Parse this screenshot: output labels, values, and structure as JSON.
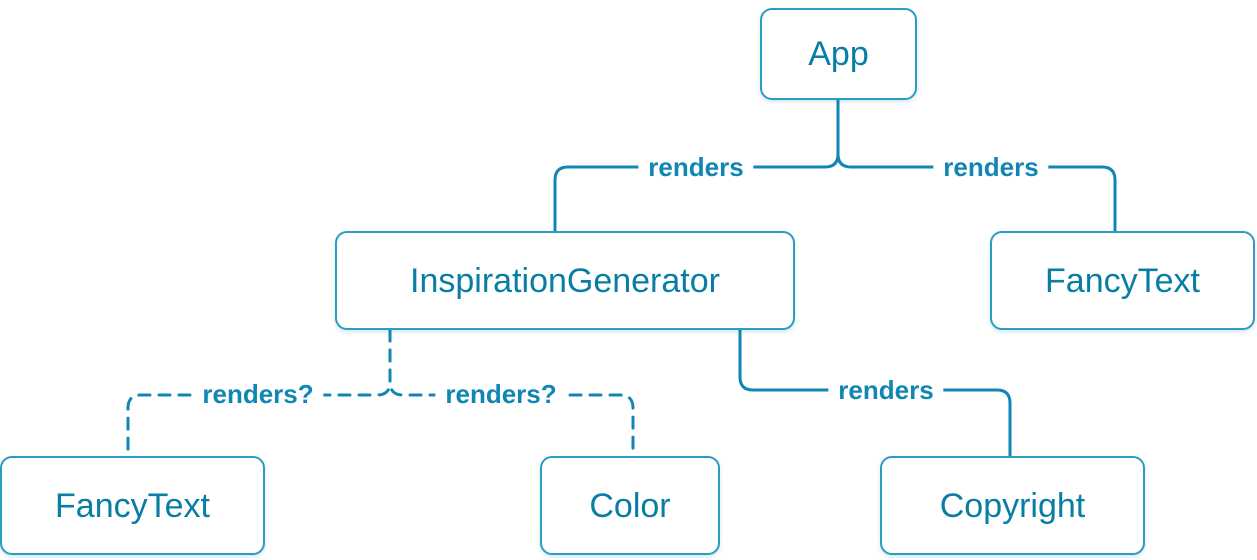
{
  "diagram": {
    "title": "react-component-render-tree",
    "accent_color": "#087EA4",
    "line_color": "#1186B4",
    "background_color": "#FFFFFF",
    "nodes": [
      {
        "id": "app",
        "label": "App"
      },
      {
        "id": "inspiration-generator",
        "label": "InspirationGenerator"
      },
      {
        "id": "fancytext-top",
        "label": "FancyText"
      },
      {
        "id": "fancytext-bottom",
        "label": "FancyText"
      },
      {
        "id": "color",
        "label": "Color"
      },
      {
        "id": "copyright",
        "label": "Copyright"
      }
    ],
    "edges": [
      {
        "from": "App",
        "to": "InspirationGenerator",
        "label": "renders",
        "style": "solid"
      },
      {
        "from": "App",
        "to": "FancyText",
        "label": "renders",
        "style": "solid"
      },
      {
        "from": "InspirationGenerator",
        "to": "FancyText",
        "label": "renders?",
        "style": "dashed"
      },
      {
        "from": "InspirationGenerator",
        "to": "Color",
        "label": "renders?",
        "style": "dashed"
      },
      {
        "from": "InspirationGenerator",
        "to": "Copyright",
        "label": "renders",
        "style": "solid"
      }
    ]
  }
}
